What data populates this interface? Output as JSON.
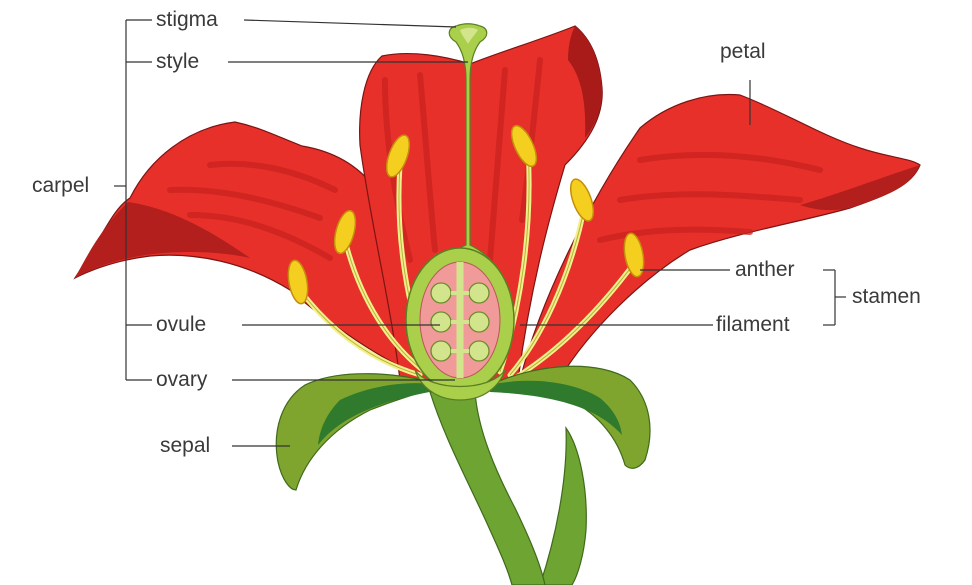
{
  "labels": {
    "stigma": "stigma",
    "style": "style",
    "carpel": "carpel",
    "ovule": "ovule",
    "ovary": "ovary",
    "sepal": "sepal",
    "petal": "petal",
    "anther": "anther",
    "filament": "filament",
    "stamen": "stamen"
  },
  "colors": {
    "petal": "#e8302a",
    "petal_dark": "#b21f1c",
    "petal_stripe": "#c9211f",
    "sepal": "#7fa52e",
    "sepal_dark": "#2f7a2c",
    "stem": "#6ea432",
    "pistil": "#a9cf4b",
    "pistil_light": "#d3e58c",
    "ovary_inner": "#f09a9a",
    "filament": "#f2f08a",
    "anther": "#f5cf1f",
    "anther_edge": "#d7a40f",
    "line": "#333333"
  }
}
